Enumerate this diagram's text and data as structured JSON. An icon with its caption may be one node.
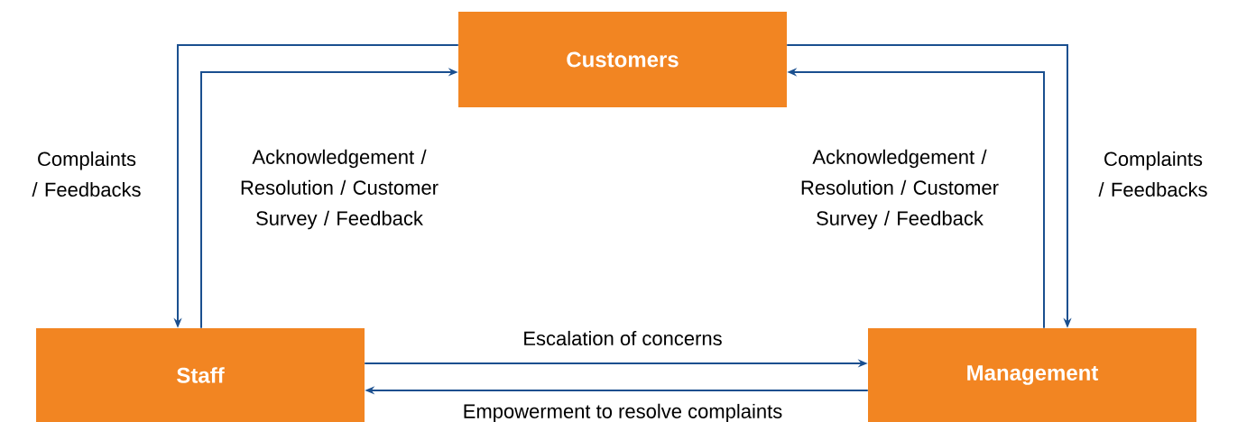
{
  "diagram": {
    "nodes": [
      {
        "text": [
          "Customers"
        ]
      },
      {
        "text": [
          "Staff"
        ]
      },
      {
        "text": [
          "Management"
        ]
      }
    ],
    "edges": [
      {
        "from": 0,
        "to": 1,
        "arrow": "to",
        "label": "Complaints / Feedbacks"
      },
      {
        "from": 1,
        "to": 0,
        "arrow": "to",
        "label": "Acknowledgement / Resolution / Customer Survey / Feedback"
      },
      {
        "from": 0,
        "to": 2,
        "arrow": "to",
        "label": "Complaints / Feedbacks"
      },
      {
        "from": 2,
        "to": 0,
        "arrow": "to",
        "label": "Acknowledgement / Resolution / Customer Survey / Feedback"
      },
      {
        "from": 1,
        "to": 2,
        "arrow": "to",
        "label": "Escalation of concerns"
      },
      {
        "from": 2,
        "to": 1,
        "arrow": "to",
        "label": "Empowerment to resolve complaints"
      }
    ]
  }
}
